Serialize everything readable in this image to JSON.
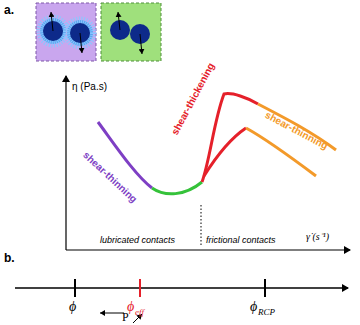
{
  "diagram": {
    "labels": [
      "a.",
      "η (Pa.s)",
      "γ̇ (s⁻¹)",
      "shear-thinning",
      "shear-thickening",
      "shear-thinning",
      "lubricated contacts",
      "frictional contacts",
      "b.",
      "ϕ",
      "ϕ",
      "eff",
      "ϕ",
      "RCP",
      "P"
    ]
  }
}
